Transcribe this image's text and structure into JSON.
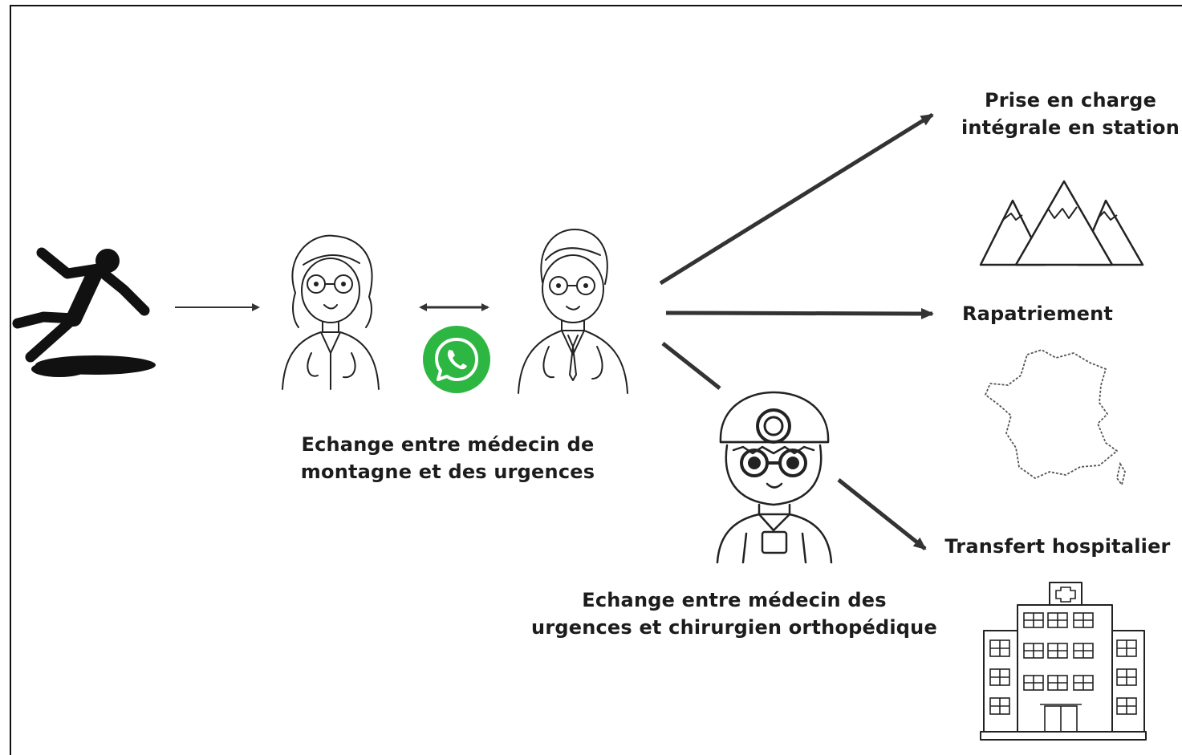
{
  "outcomes": {
    "prise_en_charge": [
      "Prise en charge",
      "intégrale en station"
    ],
    "rapatriement": "Rapatriement",
    "transfert": "Transfert hospitalier"
  },
  "exchanges": {
    "mountain_emergency": [
      "Echange entre médecin de",
      "montagne et des urgences"
    ],
    "emergency_ortho": [
      "Echange entre médecin des",
      "urgences et chirurgien orthopédique"
    ]
  },
  "icons": {
    "fall": "slipping-person-icon",
    "mountain_doctor": "female-doctor-icon",
    "emergency_doctor": "male-doctor-icon",
    "messaging": "whatsapp-icon",
    "surgeon": "surgeon-icon",
    "mountains": "mountains-icon",
    "france": "france-map-icon",
    "hospital": "hospital-icon"
  },
  "colors": {
    "whatsapp_green": "#2db742",
    "ink": "#1a1a1a"
  }
}
